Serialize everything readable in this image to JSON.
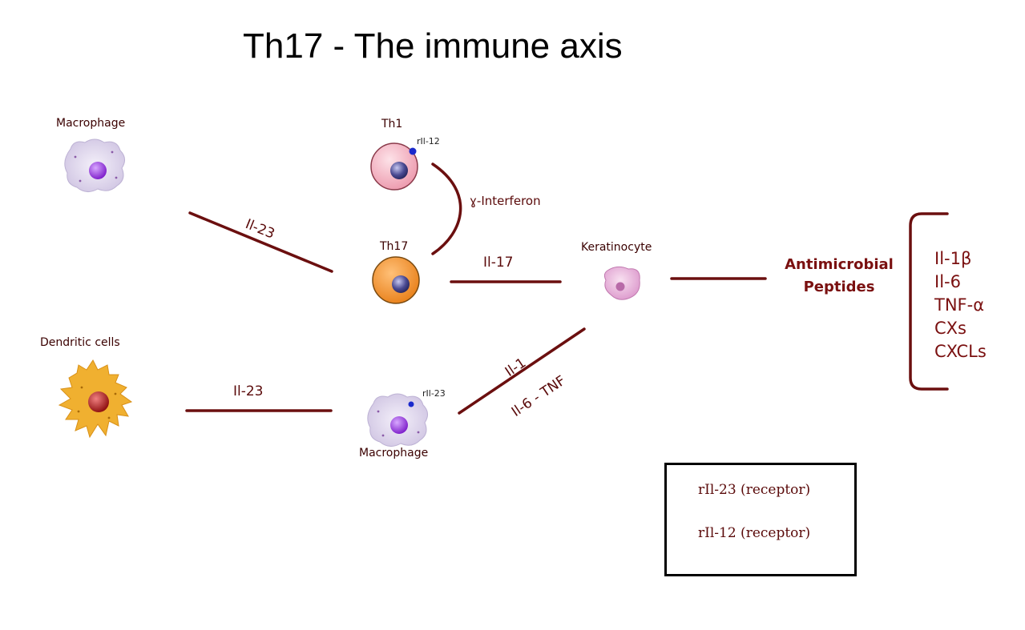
{
  "title": "Th17 - The immune axis",
  "cells": {
    "macrophage_top": "Macrophage",
    "dendritic": "Dendritic cells",
    "th1": "Th1",
    "th17": "Th17",
    "keratinocyte": "Keratinocyte",
    "macrophage_bottom": "Macrophage"
  },
  "receptors": {
    "th1": "rIl-12",
    "macrophage_bottom": "rIl-23"
  },
  "edges": {
    "macrophage_to_th17": "Il-23",
    "th1_th17": "ɣ-Interferon",
    "th17_to_keratinocyte": "Il-17",
    "dendritic_to_macrophage": "Il-23",
    "macrophage_to_keratinocyte_a": "Il-1",
    "macrophage_to_keratinocyte_b": "Il-6 - TNF"
  },
  "output": {
    "line1": "Antimicrobial",
    "line2": "Peptides"
  },
  "cytokines": [
    "Il-1β",
    "Il-6",
    "TNF-α",
    "CXs",
    "CXCLs"
  ],
  "legend": {
    "item1": "rIl-23 (receptor)",
    "item2": "rIl-12 (receptor)"
  },
  "colors": {
    "connector": "#6b0f0f",
    "label": "#7a1010",
    "receptor_dot": "#1a2acc",
    "th1_fill": "#f2a8b8",
    "th17_fill": "#f0922a",
    "nucleus": "#3a3a7a",
    "macrophage_nucleus": "#8a2ad8",
    "dendritic_body": "#f0b030",
    "dendritic_nucleus": "#a81818",
    "keratinocyte": "#e8a8d8"
  },
  "icons": [
    "macrophage-cell-icon",
    "dendritic-cell-icon",
    "th1-cell-icon",
    "th17-cell-icon",
    "keratinocyte-cell-icon",
    "receptor-dot-icon"
  ]
}
